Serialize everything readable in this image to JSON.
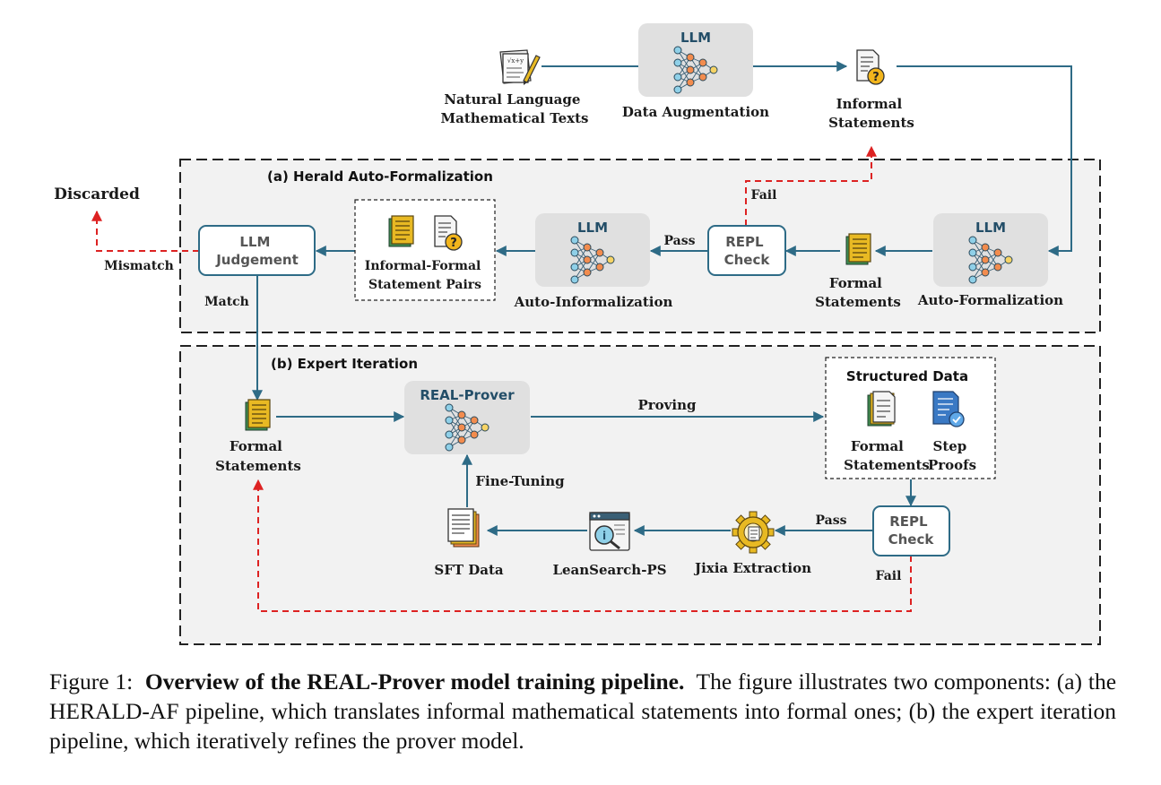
{
  "top": {
    "nl_texts": [
      "Natural Language",
      "Mathematical Texts"
    ],
    "llm_label": "LLM",
    "data_augmentation": "Data Augmentation",
    "informal_statements": [
      "Informal",
      "Statements"
    ]
  },
  "section_a": {
    "title": "(a) Herald Auto-Formalization",
    "discarded": "Discarded",
    "mismatch": "Mismatch",
    "match": "Match",
    "llm_judgement": [
      "LLM",
      "Judgement"
    ],
    "pairs": [
      "Informal-Formal",
      "Statement Pairs"
    ],
    "auto_informalization_llm": "LLM",
    "auto_informalization": "Auto-Informalization",
    "pass": "Pass",
    "fail": "Fail",
    "repl_check": [
      "REPL",
      "Check"
    ],
    "formal_statements": [
      "Formal",
      "Statements"
    ],
    "auto_formalization_llm": "LLM",
    "auto_formalization": "Auto-Formalization"
  },
  "section_b": {
    "title": "(b) Expert Iteration",
    "formal_statements": [
      "Formal",
      "Statements"
    ],
    "real_prover": "REAL-Prover",
    "proving": "Proving",
    "structured_data": "Structured Data",
    "sd_formal_statements": [
      "Formal",
      "Statements"
    ],
    "step_proofs": [
      "Step",
      "Proofs"
    ],
    "fine_tuning": "Fine-Tuning",
    "repl_check": [
      "REPL",
      "Check"
    ],
    "pass": "Pass",
    "fail": "Fail",
    "jixia_extraction": "Jixia Extraction",
    "leansearch": "LeanSearch-PS",
    "sft_data": "SFT Data"
  },
  "caption": {
    "prefix": "Figure 1:",
    "bold": "Overview of the REAL-Prover model training pipeline.",
    "rest": "The figure illustrates two components: (a) the HERALD-AF pipeline, which translates informal mathematical statements into formal ones; (b) the expert iteration pipeline, which iteratively refines the prover model."
  },
  "colors": {
    "arrow": "#2e6b86",
    "fail_arrow": "#dd2222",
    "node_gray": "#e0e0e0",
    "llm_text": "#234e68",
    "doc_yellow": "#e8b923",
    "doc_green": "#3f8f53",
    "doc_blue": "#3a79c4",
    "node_orange": "#f28c4e",
    "node_blue": "#8fd0e8",
    "node_yellow": "#f6d365"
  }
}
